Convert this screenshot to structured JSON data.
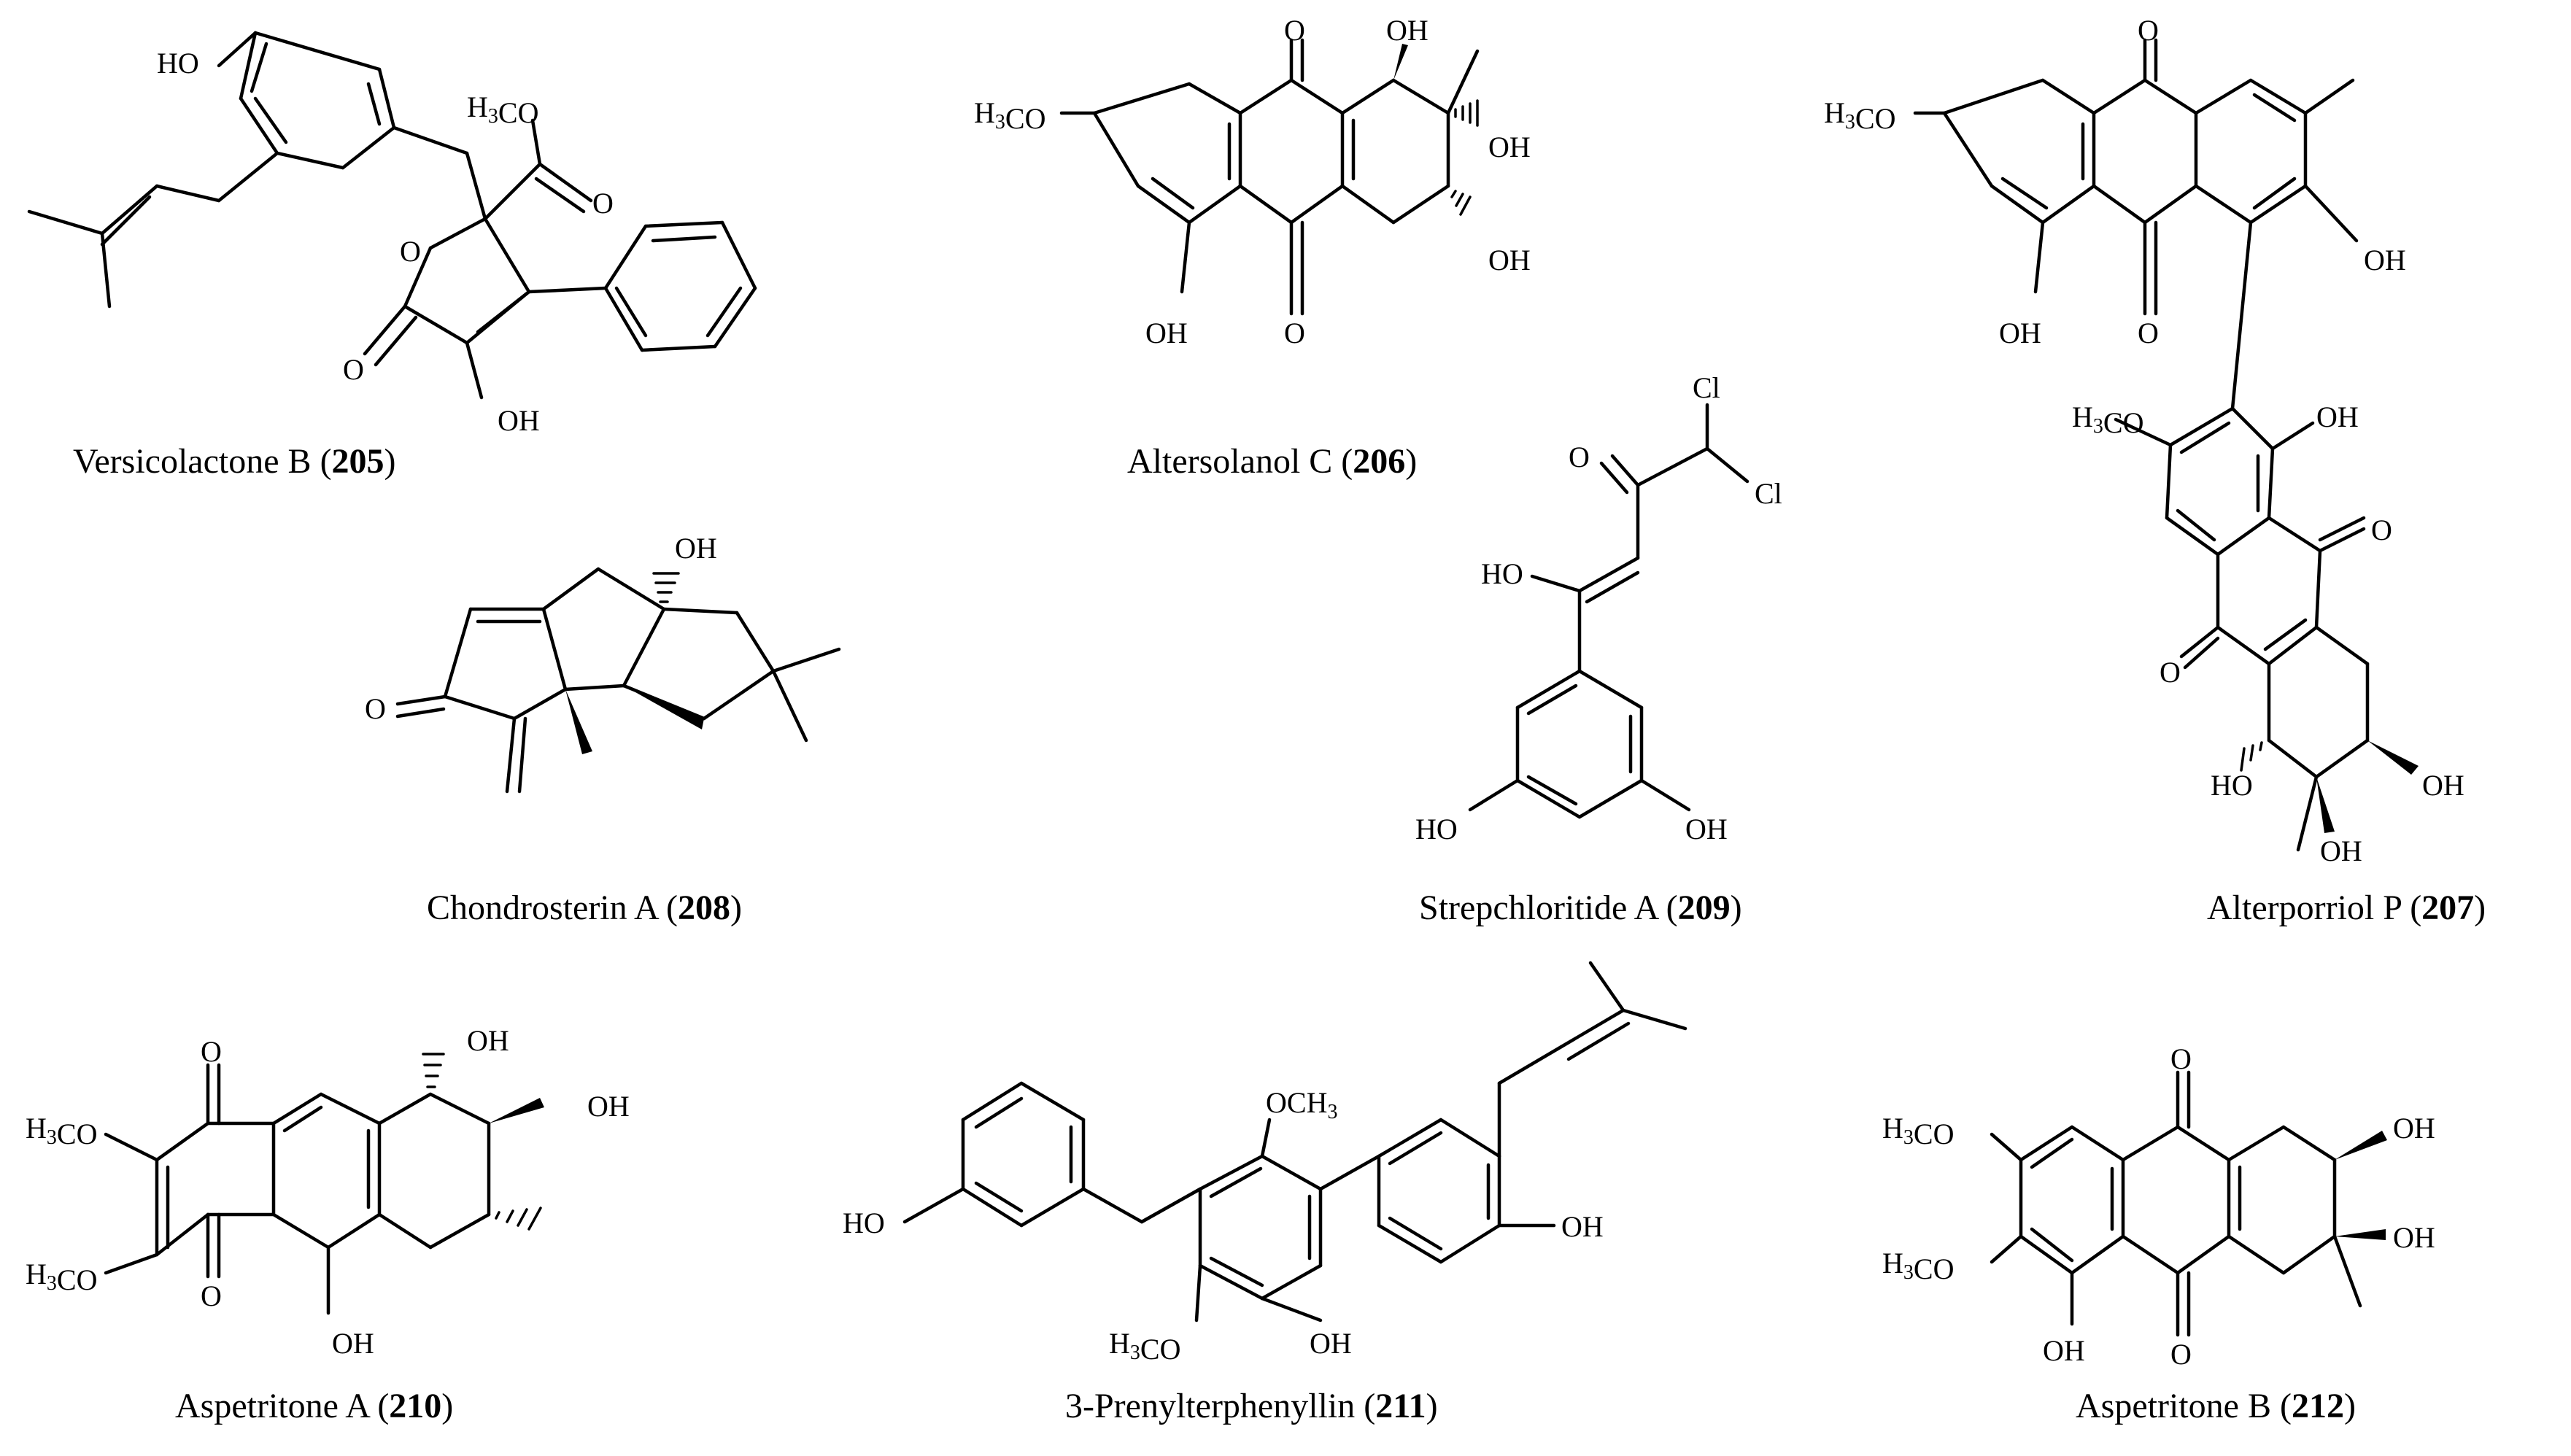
{
  "compounds": [
    {
      "id": "205",
      "name": "Versicolactone B",
      "labels": {
        "ho_top": "HO",
        "h3co": "H3CO",
        "ring_o": "O",
        "ester_o": "O",
        "lactone_o": "O",
        "oh_bottom": "OH"
      }
    },
    {
      "id": "206",
      "name": "Altersolanol C",
      "labels": {
        "h3co": "H3CO",
        "q_o_top": "O",
        "q_o_bot": "O",
        "oh_1": "OH",
        "oh_2": "OH",
        "oh_3": "OH",
        "oh_4": "OH"
      }
    },
    {
      "id": "207",
      "name": "Alterporriol P",
      "labels": {
        "h3co_top": "H3CO",
        "o1": "O",
        "o2": "O",
        "oh_a": "OH",
        "oh_b": "OH",
        "h3co_mid": "H3CO",
        "oh_c": "OH",
        "o3": "O",
        "o4": "O",
        "ho_d": "HO",
        "oh_e": "OH",
        "oh_f": "OH"
      }
    },
    {
      "id": "208",
      "name": "Chondrosterin A",
      "labels": {
        "oh": "OH",
        "o": "O"
      }
    },
    {
      "id": "209",
      "name": "Strepchloritide A",
      "labels": {
        "cl1": "Cl",
        "cl2": "Cl",
        "o": "O",
        "ho_enol": "HO",
        "ho_left": "HO",
        "oh_right": "OH"
      }
    },
    {
      "id": "210",
      "name": "Aspetritone A",
      "labels": {
        "o_top": "O",
        "o_bot": "O",
        "h3co_1": "H3CO",
        "h3co_2": "H3CO",
        "oh_top": "OH",
        "oh_right": "OH",
        "oh_bot": "OH"
      }
    },
    {
      "id": "211",
      "name": "3-Prenylterphenyllin",
      "labels": {
        "ho": "HO",
        "och3": "OCH3",
        "h3co": "H3CO",
        "oh_mid": "OH",
        "oh_right": "OH"
      }
    },
    {
      "id": "212",
      "name": "Aspetritone B",
      "labels": {
        "o_top": "O",
        "o_bot": "O",
        "h3co_1": "H3CO",
        "h3co_2": "H3CO",
        "oh_1": "OH",
        "oh_2": "OH",
        "oh_bot": "OH"
      }
    }
  ]
}
